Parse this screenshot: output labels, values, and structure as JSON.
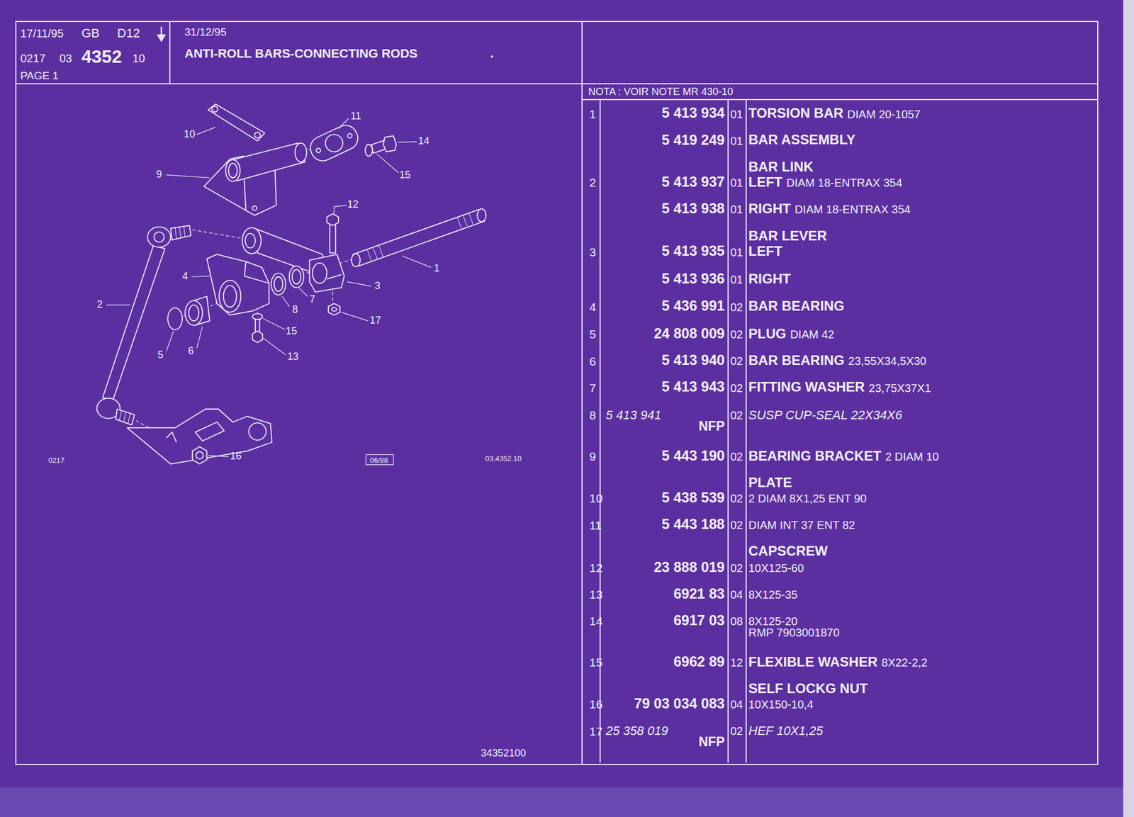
{
  "diagram": {
    "title": "ANTI-ROLL BARS-CONNECTING RODS",
    "nodes": [
      {
        "text": [
          "17/11/95",
          "GB",
          "D12",
          "0217",
          "03",
          "4352",
          "10",
          "PAGE 1"
        ]
      },
      {
        "text": [
          "31/12/95"
        ]
      },
      {
        "text": [
          "NOTA : VOIR NOTE MR 430-10"
        ]
      }
    ],
    "labels": [
      "10",
      "11",
      "14",
      "15",
      "9",
      "12",
      "1",
      "2",
      "4",
      "3",
      "8",
      "7",
      "17",
      "15",
      "5",
      "6",
      "13",
      "16",
      "0217",
      "06/88",
      "03.4352.10",
      "34352100",
      "1",
      "5 413 934",
      "01",
      "TORSION BAR",
      "DIAM 20-1057",
      "5 419 249",
      "01",
      "BAR ASSEMBLY",
      "BAR LINK",
      "2",
      "5 413 937",
      "01",
      "LEFT",
      "DIAM 18-ENTRAX 354",
      "5 413 938",
      "01",
      "RIGHT",
      "DIAM 18-ENTRAX 354",
      "BAR LEVER",
      "3",
      "5 413 935",
      "01",
      "LEFT",
      "5 413 936",
      "01",
      "RIGHT",
      "4",
      "5 436 991",
      "02",
      "BAR BEARING",
      "5",
      "24 808 009",
      "02",
      "PLUG",
      "DIAM 42",
      "6",
      "5 413 940",
      "02",
      "BAR BEARING",
      "23,55X34,5X30",
      "7",
      "5 413 943",
      "02",
      "FITTING WASHER",
      "23,75X37X1",
      "8",
      "5 413 941",
      "NFP",
      "02",
      "SUSP CUP-SEAL 22X34X6",
      "9",
      "5 443 190",
      "02",
      "BEARING BRACKET",
      "2 DIAM 10",
      "PLATE",
      "10",
      "5 438 539",
      "02",
      "2 DIAM 8X1,25 ENT 90",
      "11",
      "5 443 188",
      "02",
      "DIAM INT 37 ENT 82",
      "CAPSCREW",
      "12",
      "23 888 019",
      "02",
      "10X125-60",
      "13",
      "6921 83",
      "04",
      "8X125-35",
      "14",
      "6917 03",
      "08",
      "8X125-20",
      "RMP 7903001870",
      "15",
      "6962 89",
      "12",
      "FLEXIBLE WASHER",
      "8X22-2,2",
      "SELF LOCKG NUT",
      "16",
      "79 03 034 083",
      "04",
      "10X150-10,4",
      "17",
      "25 358 019",
      "NFP",
      "02",
      "HEF 10X1,25"
    ]
  }
}
